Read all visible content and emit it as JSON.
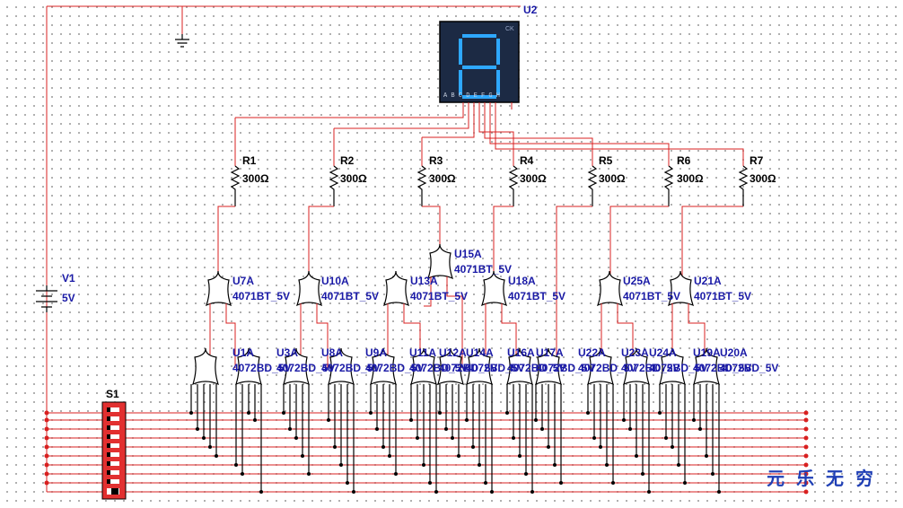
{
  "colors": {
    "wire": "#d82020",
    "label": "#1a1aa6",
    "display_bg": "#1c2a44",
    "segment": "#2ea8ff",
    "dip": "#e23030"
  },
  "icons": [
    "seven-segment-display-icon",
    "ground-icon",
    "battery-icon",
    "resistor-icon",
    "or-gate-icon",
    "dip-switch-icon"
  ],
  "display": {
    "ref": "U2",
    "ck": "CK",
    "pins": "A B C D E F G H",
    "digit": "8"
  },
  "source": {
    "ref": "V1",
    "value": "5V"
  },
  "switch": {
    "ref": "S1"
  },
  "resistors": [
    {
      "ref": "R1",
      "value": "300Ω"
    },
    {
      "ref": "R2",
      "value": "300Ω"
    },
    {
      "ref": "R3",
      "value": "300Ω"
    },
    {
      "ref": "R4",
      "value": "300Ω"
    },
    {
      "ref": "R5",
      "value": "300Ω"
    },
    {
      "ref": "R6",
      "value": "300Ω"
    },
    {
      "ref": "R7",
      "value": "300Ω"
    }
  ],
  "upper_gates": [
    {
      "ref": "U7A",
      "part": "4071BT_5V"
    },
    {
      "ref": "U10A",
      "part": "4071BT_5V"
    },
    {
      "ref": "U13A",
      "part": "4071BT_5V"
    },
    {
      "ref": "U15A",
      "part": "4071BT_5V"
    },
    {
      "ref": "U18A",
      "part": "4071BT_5V"
    },
    {
      "ref": "U25A",
      "part": "4071BT_5V"
    },
    {
      "ref": "U21A",
      "part": "4071BT_5V"
    }
  ],
  "lower_gates": [
    {
      "ref": "U1A",
      "part": "4072BD_5V"
    },
    {
      "ref": "U3A",
      "part": "4072BD_5V"
    },
    {
      "ref": "U8A",
      "part": "4072BD_5V"
    },
    {
      "ref": "U9A",
      "part": "4072BD_5V"
    },
    {
      "ref": "U11A",
      "part": "4072BD_5V"
    },
    {
      "ref": "U12A",
      "part": "4072BD_5V"
    },
    {
      "ref": "U14A",
      "part": "4072BD_5V"
    },
    {
      "ref": "U16A",
      "part": "4072BD_5V"
    },
    {
      "ref": "U17A",
      "part": "4072BD_5V"
    },
    {
      "ref": "U22A",
      "part": "4072BD_5V"
    },
    {
      "ref": "U23A",
      "part": "4072BD_5V"
    },
    {
      "ref": "U24A",
      "part": "4072BD_5V"
    },
    {
      "ref": "U19A",
      "part": "4072BD_5V"
    },
    {
      "ref": "U20A",
      "part": "4072BD_5V"
    }
  ],
  "footer": "元 乐 无 穷"
}
